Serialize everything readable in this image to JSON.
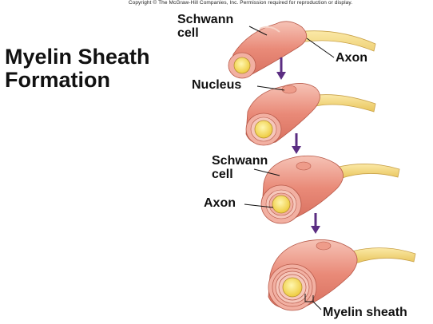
{
  "copyright": "Copyright © The McGraw-Hill Companies, Inc. Permission required for reproduction or display.",
  "title": {
    "line1": "Myelin Sheath",
    "line2": "Formation"
  },
  "labels": {
    "schwann_cell_1": {
      "line1": "Schwann",
      "line2": "cell"
    },
    "axon_1": "Axon",
    "nucleus": "Nucleus",
    "schwann_cell_2": {
      "line1": "Schwann",
      "line2": "cell"
    },
    "axon_2": "Axon",
    "myelin_sheath": "Myelin sheath"
  },
  "colors": {
    "cell_pink": "#e98a78",
    "cell_light": "#f6c3b6",
    "axon_yellow": "#f5d776",
    "axon_core": "#f3e06a",
    "arrow_purple": "#5b2d82",
    "leader_line": "#111111"
  }
}
